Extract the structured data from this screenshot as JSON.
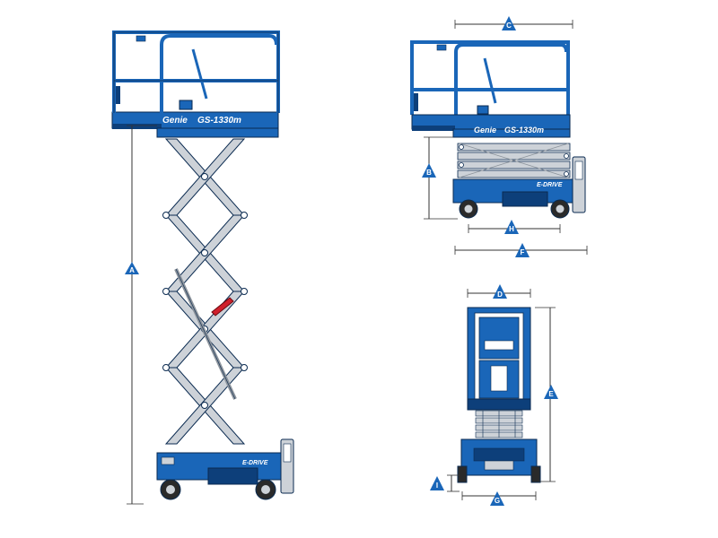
{
  "machine": {
    "brand": "Genie",
    "model": "GS-1330m",
    "drive_label": "E-DRIVE"
  },
  "dimensions": {
    "A": "A",
    "B": "B",
    "C": "C",
    "D": "D",
    "E": "E",
    "F": "F",
    "G": "G",
    "H": "H",
    "I": "I"
  },
  "colors": {
    "blue": "#1a66b8",
    "dark_blue": "#0d3f7a",
    "outline": "#0a2a50",
    "steel": "#cdd2d8",
    "steel_dark": "#8d949c",
    "red": "#d0202c",
    "dim_line": "#333333"
  }
}
